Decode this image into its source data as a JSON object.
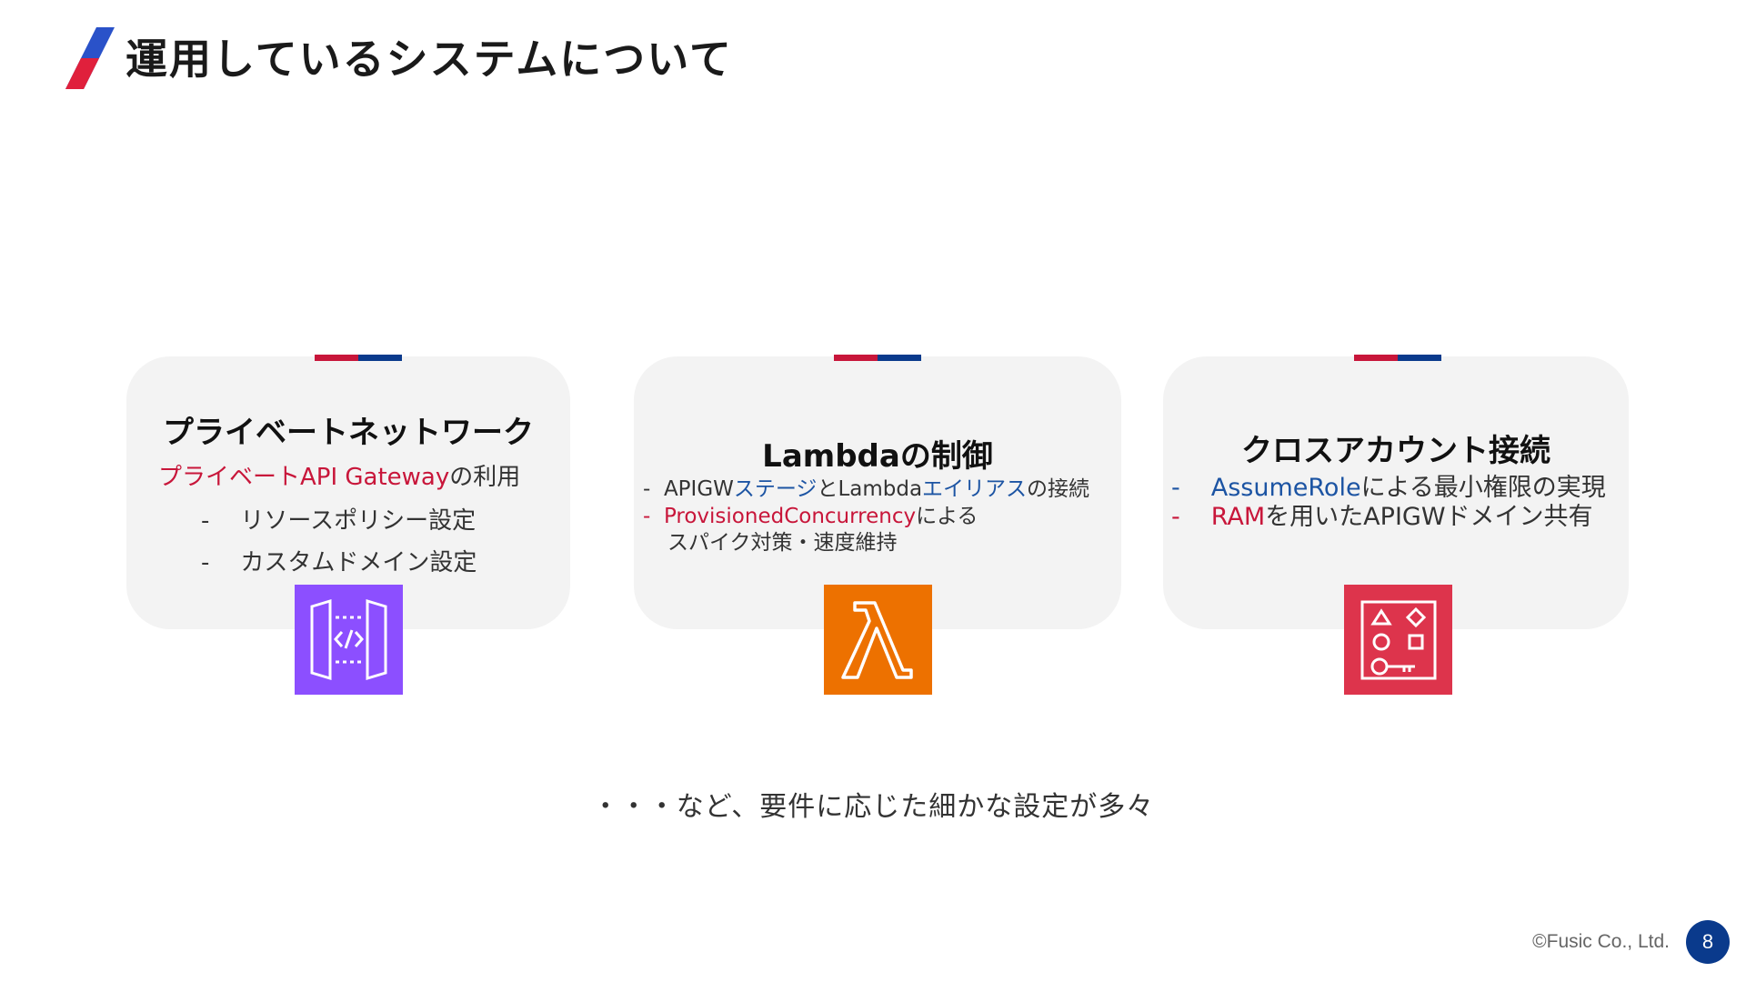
{
  "header": {
    "title": "運用しているシステムについて"
  },
  "cards": [
    {
      "heading": "プライベートネットワーク",
      "subtitle_red": "プライベートAPI Gateway",
      "subtitle_rest": "の利用",
      "bullets": [
        {
          "dash": "-",
          "text": "リソースポリシー設定"
        },
        {
          "dash": "-",
          "text": "カスタムドメイン設定"
        }
      ],
      "icon": "api-gateway-icon",
      "icon_color": "#8c4fff"
    },
    {
      "heading": "Lambdaの制御",
      "line1": {
        "dash": "-",
        "a": "APIGW",
        "b": "ステージ",
        "c": "とLambda",
        "d": "エイリアス",
        "e": "の接続"
      },
      "line2": {
        "dash": "-",
        "a": "ProvisionedConcurrency",
        "b": "による"
      },
      "line3": "スパイク対策・速度維持",
      "icon": "lambda-icon",
      "icon_color": "#ed7100"
    },
    {
      "heading": "クロスアカウント接続",
      "line1": {
        "dash": "-",
        "a": "AssumeRole",
        "b": "による最小権限の実現"
      },
      "line2": {
        "dash": "-",
        "a": "RAM",
        "b": "を用いたAPIGWドメイン共有"
      },
      "icon": "resource-access-manager-icon",
      "icon_color": "#dd344c"
    }
  ],
  "footer_note": "・・・など、要件に応じた細かな設定が多々",
  "copyright": "©Fusic Co., Ltd.",
  "page_number": "8",
  "colors": {
    "accent_red": "#c8163a",
    "accent_blue": "#0a3a8c",
    "card_bg": "#f3f3f3"
  }
}
